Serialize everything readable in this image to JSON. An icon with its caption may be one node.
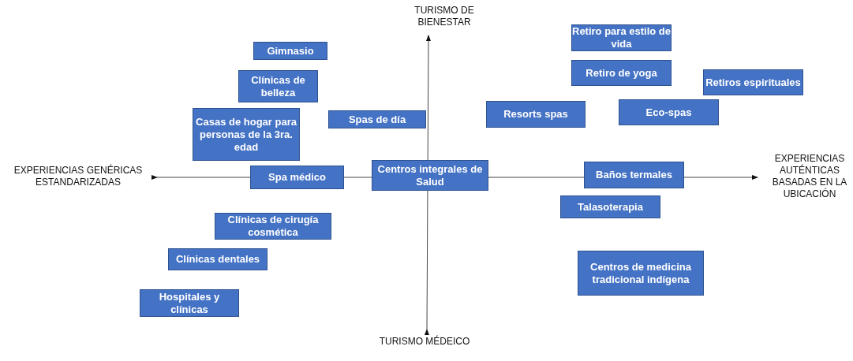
{
  "diagram": {
    "nodes": [
      {
        "text": [
          "Retiro para estilo de vida"
        ]
      },
      {
        "text": [
          "Gimnasio"
        ]
      },
      {
        "text": [
          "Retiro de yoga"
        ]
      },
      {
        "text": [
          "Retiros espirituales"
        ]
      },
      {
        "text": [
          "Clínicas de belleza"
        ]
      },
      {
        "text": [
          "Eco-spas"
        ]
      },
      {
        "text": [
          "Resorts spas"
        ]
      },
      {
        "text": [
          "Casas de hogar para personas de la 3ra. edad"
        ]
      },
      {
        "text": [
          "Spas de día"
        ]
      },
      {
        "text": [
          "Centros integrales de Salud"
        ]
      },
      {
        "text": [
          "Baños termales"
        ]
      },
      {
        "text": [
          "Spa médico"
        ]
      },
      {
        "text": [
          "Talasoterapia"
        ]
      },
      {
        "text": [
          "Clínicas de cirugía cosmética"
        ]
      },
      {
        "text": [
          "Clínicas dentales"
        ]
      },
      {
        "text": [
          "Centros de medicina tradicional indígena"
        ]
      },
      {
        "text": [
          "Hospitales y clínicas"
        ]
      }
    ],
    "labels": [
      "TURISMO DE BIENESTAR",
      "EXPERIENCIAS AUTÉNTICAS BASADAS EN LA UBICACIÓN",
      "EXPERIENCIAS GENÉRICAS ESTANDARIZADAS",
      "TURISMO MÉDEICO"
    ]
  }
}
